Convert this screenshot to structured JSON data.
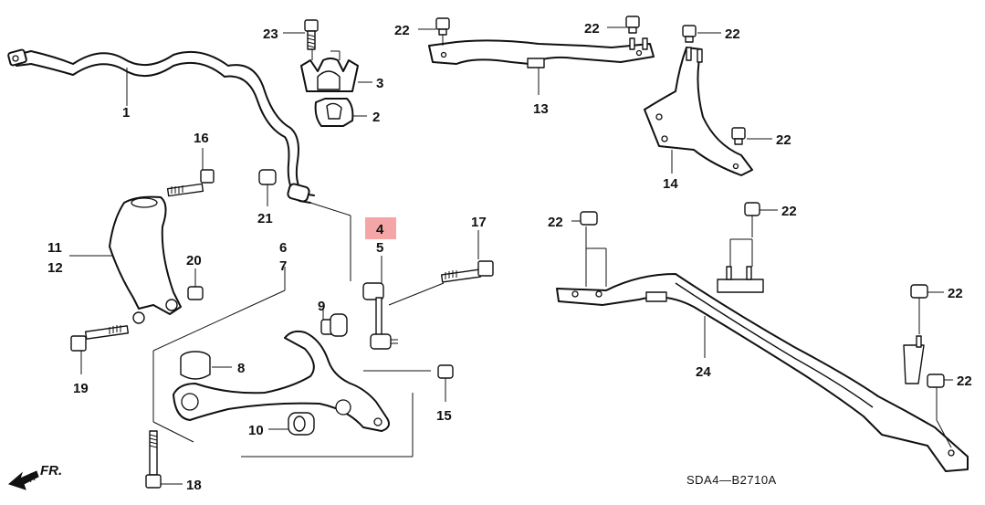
{
  "labels": {
    "p1": "1",
    "p2": "2",
    "p3": "3",
    "p4": "4",
    "p5": "5",
    "p6": "6",
    "p7": "7",
    "p8": "8",
    "p9": "9",
    "p10": "10",
    "p11": "11",
    "p12": "12",
    "p13": "13",
    "p14": "14",
    "p15": "15",
    "p16": "16",
    "p17": "17",
    "p18": "18",
    "p19": "19",
    "p20": "20",
    "p21": "21",
    "p23": "23",
    "p24": "24",
    "p22a": "22",
    "p22b": "22",
    "p22c": "22",
    "p22d": "22",
    "p22e": "22",
    "p22f": "22",
    "p22g": "22",
    "p22h": "22"
  },
  "highlight_color": "#f4a6a6",
  "front_indicator": "FR.",
  "diagram_code": "SDA4—B2710A"
}
